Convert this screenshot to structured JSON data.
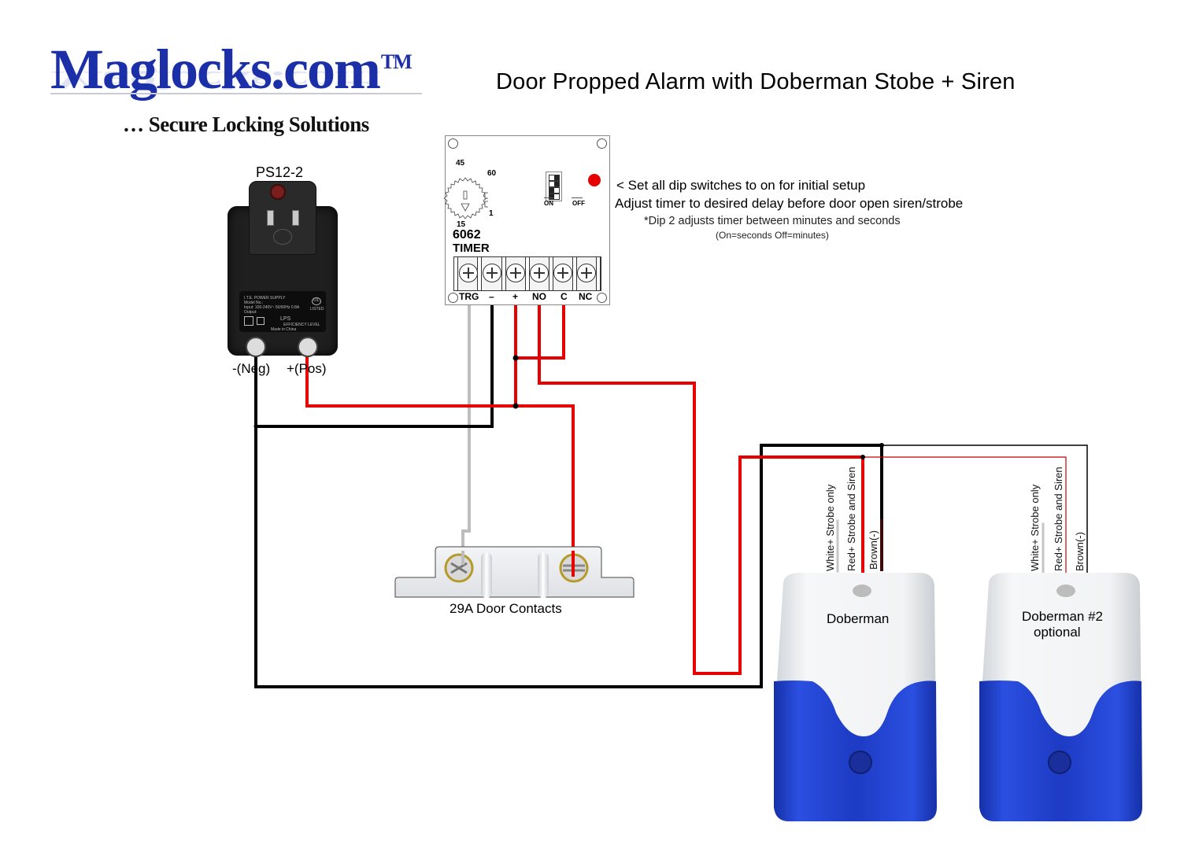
{
  "logo": {
    "brand": "Maglocks.com",
    "trademark": "TM",
    "tagline": "… Secure Locking Solutions"
  },
  "title": "Door Propped Alarm with Doberman Stobe + Siren",
  "notes": {
    "line1": "< Set all dip switches to on for initial setup",
    "line2": "Adjust timer to desired delay before door open siren/strobe",
    "line3": "*Dip 2 adjusts timer between minutes and seconds",
    "line4": "(On=seconds  Off=minutes)"
  },
  "power_supply": {
    "model": "PS12-2",
    "neg_label": "-(Neg)",
    "pos_label": "+(Pos)",
    "plate": {
      "line1": "I.T.E. POWER SUPPLY",
      "line2": "Model No.:",
      "line3": "Input: 100-240V~ 50/60Hz 0.8A",
      "line4": "Output:",
      "lps": "LPS",
      "efficiency": "EFFICIENCY LEVEL",
      "origin": "Made in China",
      "ul": "UL",
      "listed": "LISTED"
    }
  },
  "timer": {
    "model": "6062",
    "name": "TIMER",
    "dial": {
      "t45": "45",
      "t60": "60",
      "t1": "1",
      "t15": "15"
    },
    "dip_on": "ON",
    "dip_off": "OFF",
    "dip_states": [
      "off",
      "off",
      "on",
      "on"
    ],
    "terminals": [
      "TRG",
      "–",
      "+",
      "NO",
      "C",
      "NC"
    ],
    "led_color": "#e60000"
  },
  "door_contacts": {
    "label": "29A Door Contacts"
  },
  "strobes": [
    {
      "name": "Doberman",
      "subtitle": "",
      "wires": [
        "White+ Strobe only",
        "Red+ Strobe and Siren",
        "Brown(-)"
      ]
    },
    {
      "name": "Doberman #2",
      "subtitle": "optional",
      "wires": [
        "White+ Strobe only",
        "Red+ Strobe and Siren",
        "Brown(-)"
      ]
    }
  ],
  "colors": {
    "positive_wire": "#e60000",
    "negative_wire": "#000000",
    "trigger_wire": "#bdbdbd",
    "brand_blue": "#1b2fa8",
    "strobe_blue": "#1f3fc9"
  }
}
